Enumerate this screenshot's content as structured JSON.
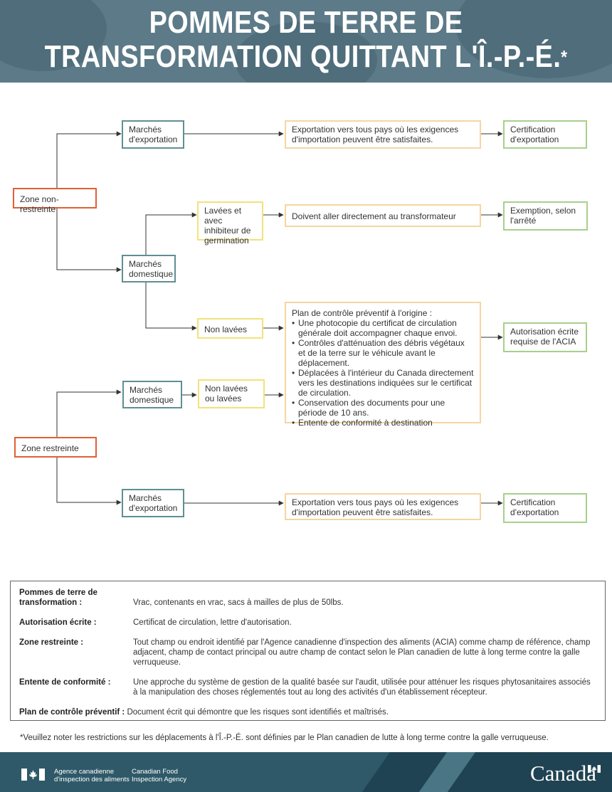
{
  "header": {
    "title_line1": "POMMES DE TERRE DE",
    "title_line2": "TRANSFORMATION QUITTANT L'Î.-P.-É.",
    "title_asterisk": "*"
  },
  "flow": {
    "zone_non_restreinte": "Zone non-restreinte",
    "zone_restreinte": "Zone restreinte",
    "marches_exportation_1": "Marchés d'exportation",
    "marches_domestique_1": "Marchés domestique",
    "marches_domestique_2": "Marchés domestique",
    "marches_exportation_2": "Marchés d'exportation",
    "lavees_inhibiteur": "Lavées et avec inhibiteur de germination",
    "non_lavees": "Non lavées",
    "non_lavees_ou_lavees": "Non lavées ou lavées",
    "exportation_1": "Exportation vers tous pays où les exigences d'importation peuvent être satisfaites.",
    "directement_transformateur": "Doivent aller directement au transformateur",
    "exportation_2": "Exportation vers tous pays où les exigences d'importation peuvent être satisfaites.",
    "plan_title": "Plan de contrôle préventif à l'origine :",
    "plan_items": [
      "Une photocopie du certificat de circulation générale doit accompagner chaque envoi.",
      "Contrôles d'atténuation des débris végétaux et de la terre sur le véhicule avant le déplacement.",
      "Déplacées à l'intérieur du Canada directement vers les destinations indiquées sur le certificat de circulation.",
      "Conservation des documents pour une période de 10 ans.",
      "Entente de conformité à destination"
    ],
    "certification_1": "Certification d'exportation",
    "exemption": "Exemption, selon l'arrêté",
    "autorisation_ecrite": "Autorisation écrite requise de l'ACIA",
    "certification_2": "Certification d'exportation"
  },
  "definitions": [
    {
      "term": "Pommes de terre de transformation :",
      "text": "Vrac, contenants en vrac, sacs à mailles de plus de 50lbs."
    },
    {
      "term": "Autorisation écrite :",
      "text": "Certificat de circulation,  lettre d'autorisation."
    },
    {
      "term": "Zone restreinte :",
      "text": "Tout champ ou endroit identifié par l'Agence canadienne d'inspection des aliments (ACIA) comme champ de référence, champ adjacent, champ de contact principal ou autre champ de contact selon le Plan canadien de lutte à long terme contre la galle verruqueuse."
    },
    {
      "term": "Entente de conformité :",
      "text": "Une approche du système de gestion de la qualité basée sur l'audit, utilisée pour atténuer les risques phytosanitaires associés à la manipulation des choses réglementés tout au long des activités d'un établissement récepteur."
    },
    {
      "term": "Plan de contrôle préventif :",
      "text": "Document écrit qui démontre que les risques sont identifiés et maîtrisés."
    }
  ],
  "footnote": "*Veuillez noter les restrictions sur les déplacements à l'Î.-P.-É. sont définies par le Plan canadien de lutte à long terme contre la galle verruqueuse.",
  "footer": {
    "agency_fr_line1": "Agence canadienne",
    "agency_fr_line2": "d'inspection des aliments",
    "agency_en_line1": "Canadian Food",
    "agency_en_line2": "Inspection Agency",
    "wordmark": "Canada"
  },
  "colors": {
    "header_bg": "#5c7a88",
    "zone_border": "#e06035",
    "market_border": "#5f8f93",
    "condition_border": "#f2e27a",
    "destination_border": "#f5d6a1",
    "outcome_border": "#a7d08a",
    "footer_bg": "#2f5968"
  },
  "icons": [
    "canada-flag-icon",
    "canada-wordmark-flag-icon"
  ]
}
